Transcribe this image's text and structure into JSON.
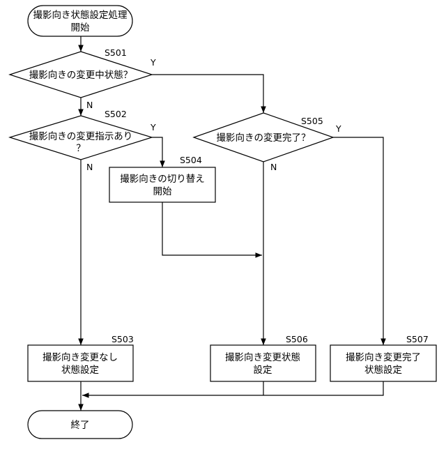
{
  "nodes": {
    "start": {
      "lines": [
        "撮影向き状態設定処理",
        "開始"
      ]
    },
    "s501": {
      "step": "S501",
      "lines": [
        "撮影向きの変更中状態？"
      ],
      "yes": "Y",
      "no": "N"
    },
    "s502": {
      "step": "S502",
      "lines": [
        "撮影向きの変更指示あり",
        "？"
      ],
      "yes": "Y",
      "no": "N"
    },
    "s504": {
      "step": "S504",
      "lines": [
        "撮影向きの切り替え",
        "開始"
      ]
    },
    "s505": {
      "step": "S505",
      "lines": [
        "撮影向きの変更完了？"
      ],
      "yes": "Y",
      "no": "N"
    },
    "s503": {
      "step": "S503",
      "lines": [
        "撮影向き変更なし",
        "状態設定"
      ]
    },
    "s506": {
      "step": "S506",
      "lines": [
        "撮影向き変更状態",
        "設定"
      ]
    },
    "s507": {
      "step": "S507",
      "lines": [
        "撮影向き変更完了",
        "状態設定"
      ]
    },
    "end": {
      "lines": [
        "終了"
      ]
    }
  }
}
